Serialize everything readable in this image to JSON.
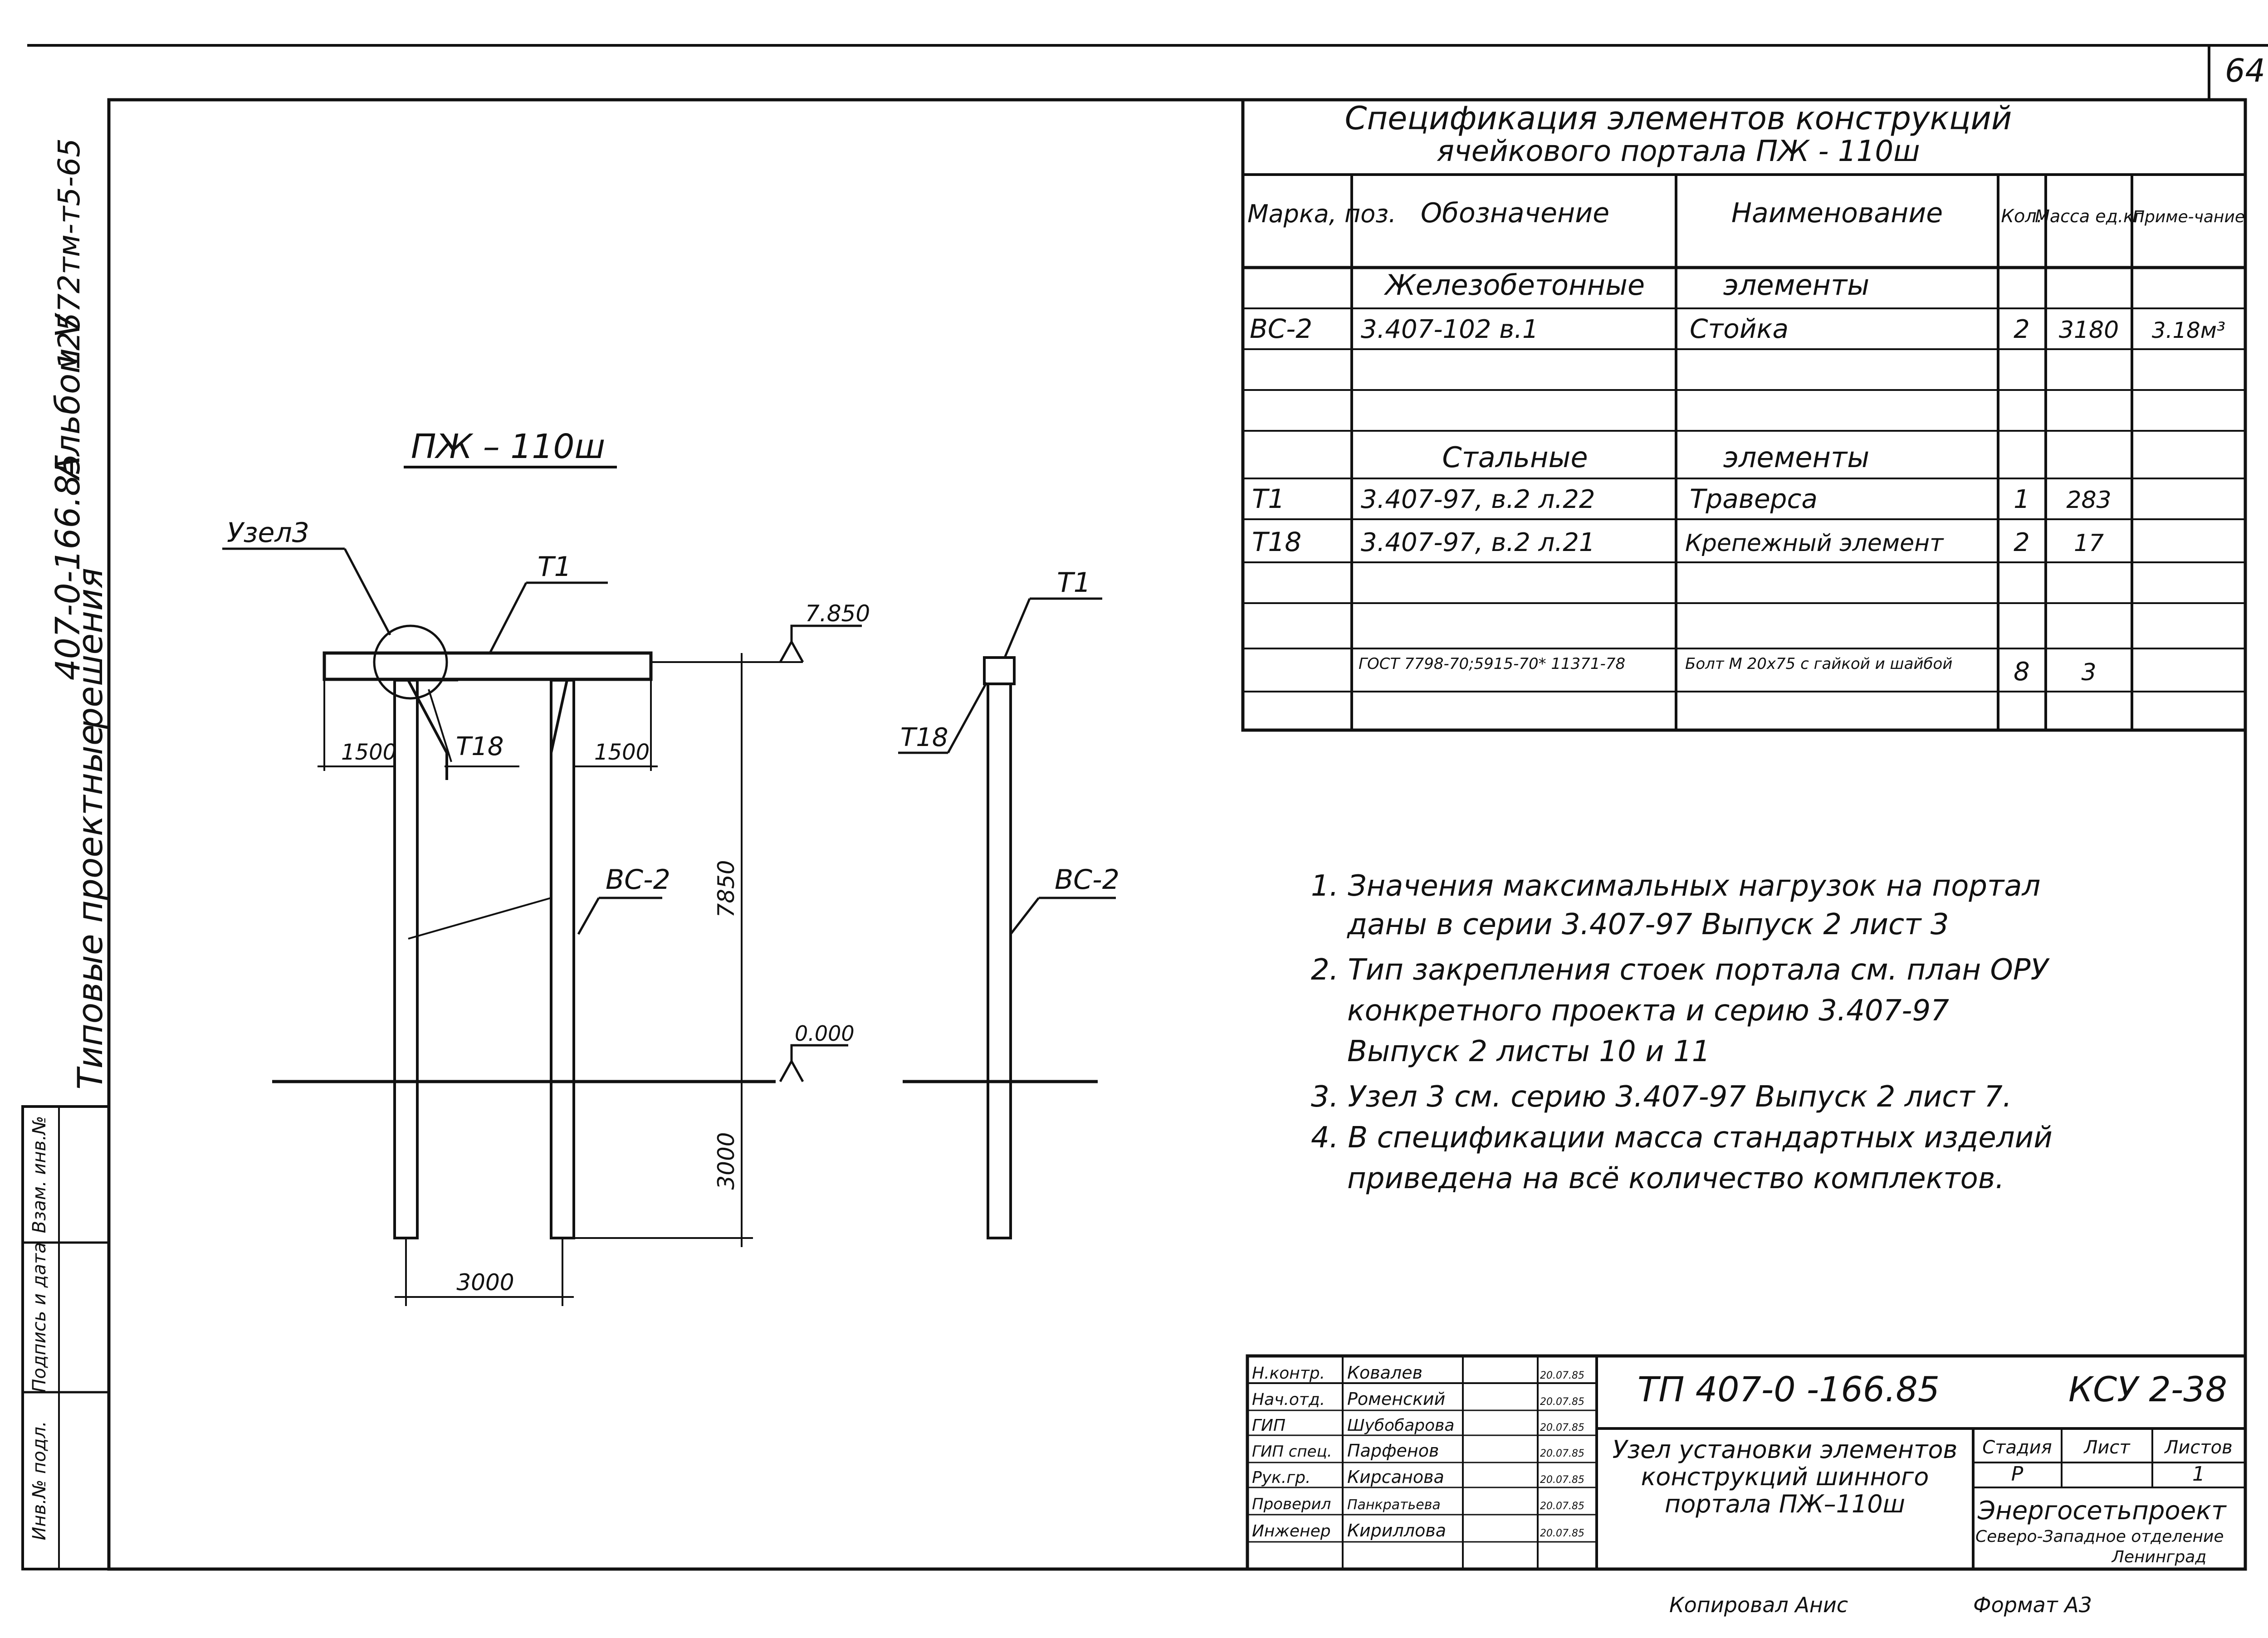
{
  "page": {
    "sheet_number": "64",
    "corner_code": "12572тм-т5-65"
  },
  "side_stamp": {
    "album": "Альбом V",
    "series": "407-0-166.85",
    "title_line1": "Типовые проектные",
    "title_line2": "решения",
    "cells": [
      "Взам. инв.№",
      "Подпись и дата",
      "Инв.№ подл."
    ]
  },
  "drawing": {
    "title": "ПЖ – 110ш",
    "front_view": {
      "labels": {
        "node": "Узел3",
        "beam": "Т1",
        "bracket": "Т18",
        "column_left": "ВС-2",
        "top_level": "7.850",
        "ground_level": "0.000",
        "dim_left": "1500",
        "dim_right": "1500",
        "dim_height_above": "7850",
        "dim_depth": "3000",
        "dim_span": "3000"
      }
    },
    "side_view": {
      "labels": {
        "beam": "Т1",
        "bracket": "Т18",
        "column": "ВС-2"
      }
    }
  },
  "spec_table": {
    "title_line1": "Спецификация элементов конструкций",
    "title_line2": "ячейкового портала ПЖ - 110ш",
    "headers": [
      "Марка, поз.",
      "Обозначение",
      "Наименование",
      "Кол.",
      "Масса ед.кг",
      "Приме-чание"
    ],
    "rows": [
      {
        "section": "Железобетонные",
        "section2": "элементы"
      },
      {
        "mark": "ВС-2",
        "designation": "3.407-102 в.1",
        "name": "Стойка",
        "qty": "2",
        "mass": "3180",
        "note": "3.18м³"
      },
      {},
      {},
      {
        "section": "Стальные",
        "section2": "элементы"
      },
      {
        "mark": "Т1",
        "designation": "3.407-97, в.2 л.22",
        "name": "Траверса",
        "qty": "1",
        "mass": "283",
        "note": ""
      },
      {
        "mark": "Т18",
        "designation": "3.407-97, в.2 л.21",
        "name": "Крепежный элемент",
        "qty": "2",
        "mass": "17",
        "note": ""
      },
      {},
      {
        "mark": "",
        "designation": "ГОСТ 7798-70;5915-70* 11371-78",
        "name": "Болт М 20х75 с гайкой и шайбой",
        "qty": "8",
        "mass": "3",
        "note": ""
      },
      {}
    ]
  },
  "notes": [
    "1. Значения максимальных нагрузок на портал",
    "даны в серии 3.407-97 Выпуск 2 лист 3",
    "2. Тип закрепления стоек портала см. план ОРУ",
    "конкретного проекта и серию 3.407-97",
    "Выпуск 2 листы 10 и 11",
    "3. Узел 3 см. серию 3.407-97 Выпуск 2 лист 7.",
    "4. В спецификации масса стандартных изделий",
    "приведена на всё количество комплектов."
  ],
  "title_block": {
    "code": "ТП 407-0 -166.85",
    "sheet_code": "КСУ 2-38",
    "description": [
      "Узел установки элементов",
      "конструкций шинного",
      "портала ПЖ–110ш"
    ],
    "roles": [
      {
        "role": "Н.контр.",
        "name": "Ковалев",
        "date": "20.07.85"
      },
      {
        "role": "Нач.отд.",
        "name": "Роменский",
        "date": "20.07.85"
      },
      {
        "role": "ГИП",
        "name": "Шубобарова",
        "date": "20.07.85"
      },
      {
        "role": "ГИП спец.",
        "name": "Парфенов",
        "date": "20.07.85"
      },
      {
        "role": "Рук.гр.",
        "name": "Кирсанова",
        "date": "20.07.85"
      },
      {
        "role": "Проверил",
        "name": "Панкратьева",
        "date": "20.07.85"
      },
      {
        "role": "Инженер",
        "name": "Кириллова",
        "date": "20.07.85"
      }
    ],
    "stage_header": "Стадия",
    "sheet_header": "Лист",
    "sheets_header": "Листов",
    "stage": "Р",
    "sheet": "",
    "sheets": "1",
    "org_name": "Энергосетьпроект",
    "org_sub": "Северо-Западное отделение",
    "org_city": "Ленинград"
  },
  "footer": {
    "copied": "Копировал Анис",
    "format": "Формат А3"
  }
}
